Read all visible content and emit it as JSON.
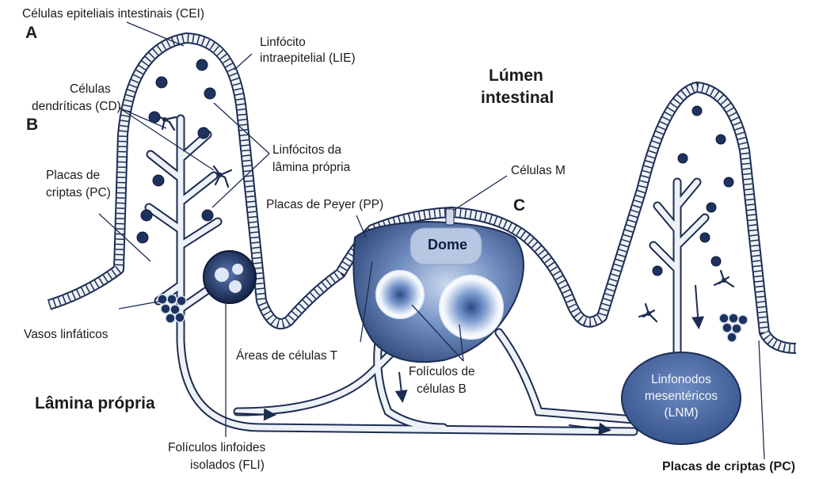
{
  "labels": {
    "cei": "Células epiteliais intestinais (CEI)",
    "letter_a": "A",
    "lie_l1": "Linfócito",
    "lie_l2": "intraepitelial (LIE)",
    "lumen_l1": "Lúmen",
    "lumen_l2": "intestinal",
    "cd_l1": "Células",
    "cd_l2": "dendríticas (CD)",
    "letter_b": "B",
    "llp_l1": "Linfócitos da",
    "llp_l2": "lâmina própria",
    "pc_l1": "Placas de",
    "pc_l2": "criptas (PC)",
    "celm": "Células M",
    "pp": "Placas de Peyer (PP)",
    "letter_c": "C",
    "dome": "Dome",
    "vasos": "Vasos linfáticos",
    "areas_t": "Áreas de células T",
    "fb_l1": "Folículos de",
    "fb_l2": "células B",
    "lamina": "Lâmina própria",
    "lnm_l1": "Linfonodos",
    "lnm_l2": "mesentéricos",
    "lnm_l3": "(LNM)",
    "fli_l1": "Folículos linfoides",
    "fli_l2": "isolados (FLI)",
    "pc_bottom": "Placas de criptas (PC)"
  },
  "colors": {
    "outline": "#1c2c52",
    "navy": "#233a6a",
    "nucleus": "#1e3260",
    "vessel": "#e9eef6",
    "lnm_fill": "#4a6aa3"
  }
}
